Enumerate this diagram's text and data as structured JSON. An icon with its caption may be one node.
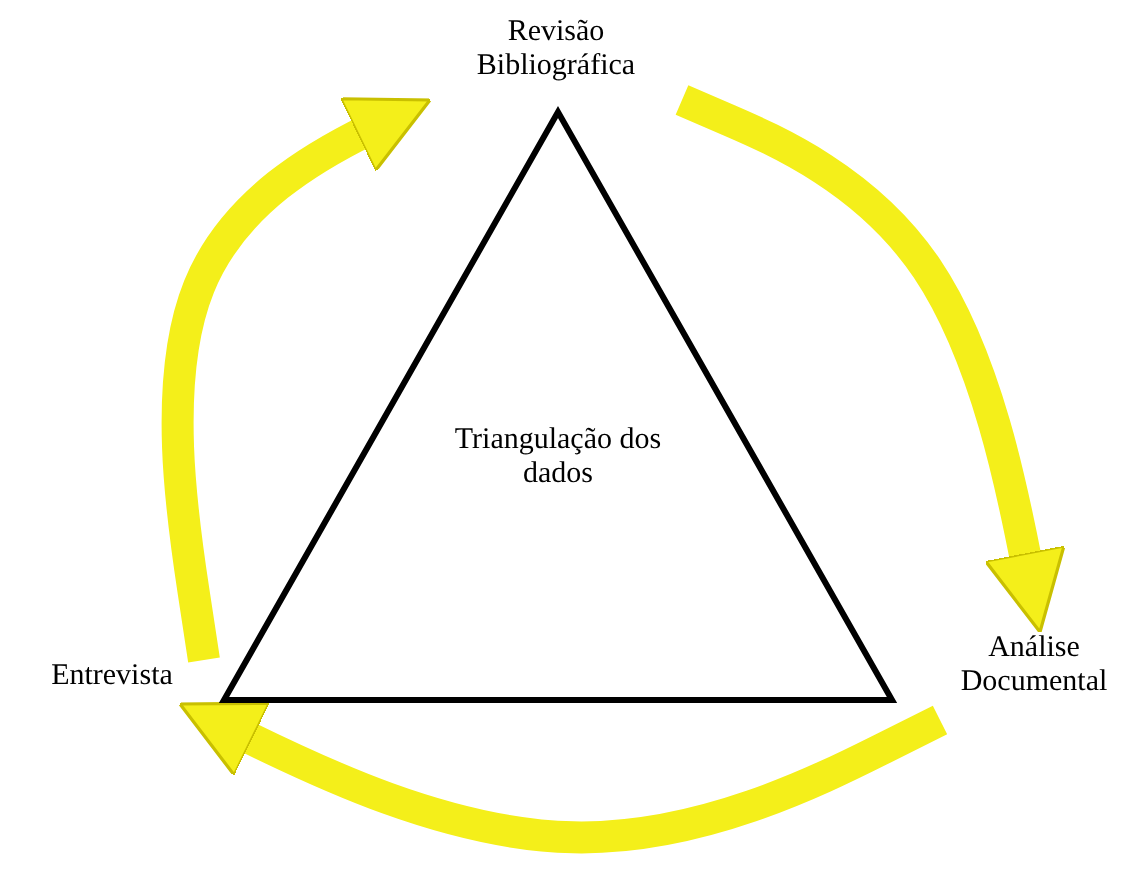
{
  "diagram": {
    "nodes": [
      {
        "text": [
          "Triangulação dos dados"
        ]
      },
      {
        "text": [
          "Revisão Bibliográfica"
        ]
      },
      {
        "text": [
          "Entrevista"
        ]
      },
      {
        "text": [
          "Análise Documental"
        ]
      }
    ],
    "edges": [
      {
        "from": 2,
        "to": 1,
        "arrow": "to"
      },
      {
        "from": 1,
        "to": 3,
        "arrow": "to"
      },
      {
        "from": 3,
        "to": 2,
        "arrow": "to"
      }
    ]
  }
}
